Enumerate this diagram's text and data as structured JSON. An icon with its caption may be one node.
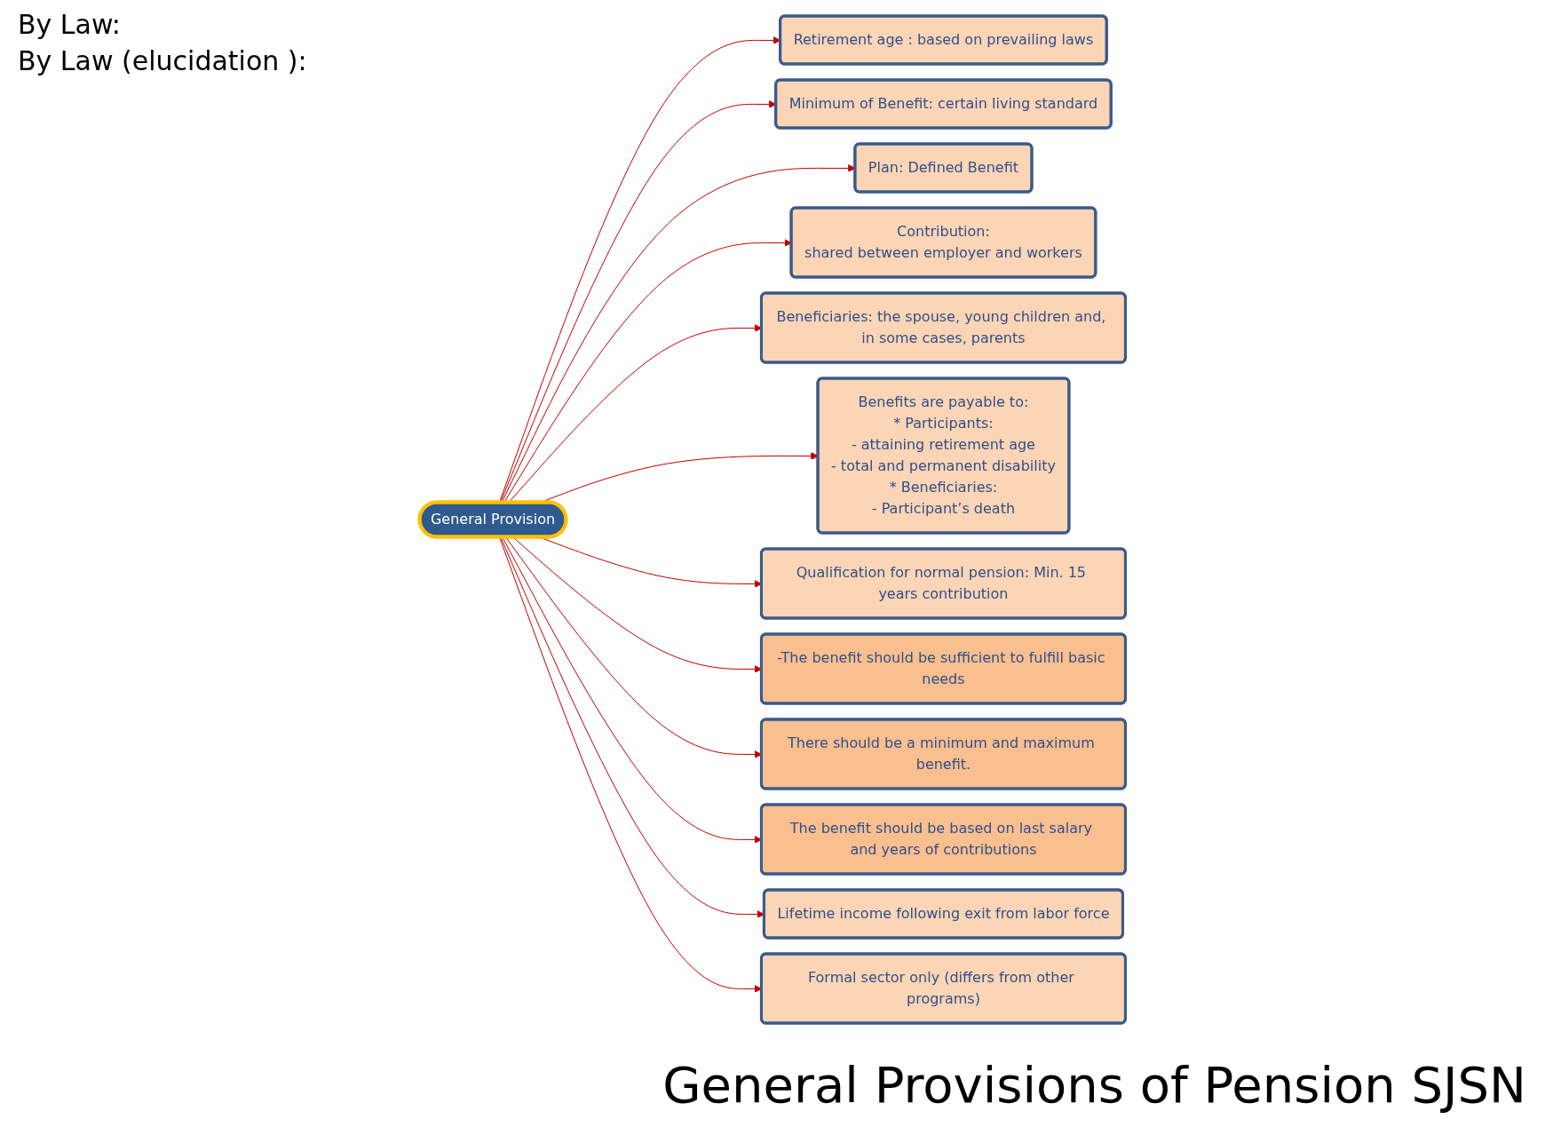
{
  "diagram": {
    "title": "General Provisions of Pension SJSN",
    "nodes": [
      {
        "text": [
          "Retirement age : based on prevailing laws"
        ]
      },
      {
        "text": [
          "Minimum of Benefit: certain living standard"
        ]
      },
      {
        "text": [
          "Plan: Defined Benefit"
        ]
      },
      {
        "text": [
          "Contribution:",
          "shared between employer and workers"
        ]
      },
      {
        "text": [
          "Beneficiaries: the spouse, young children and, in some cases, parents"
        ]
      },
      {
        "text": [
          "Benefits are payable to:",
          "* Participants:",
          "- attaining retirement age",
          "- total and permanent disability",
          "* Beneficiaries:",
          "- Participant’s death"
        ]
      },
      {
        "text": [
          "Qualification for normal pension: Min. 15 years contribution"
        ]
      },
      {
        "text": [
          "General Provision"
        ]
      },
      {
        "text": [
          "-The benefit should be sufficient to fulfill basic needs"
        ]
      },
      {
        "text": [
          "There should be a minimum and maximum benefit."
        ]
      },
      {
        "text": [
          "The benefit should be based on last salary and years of contributions"
        ]
      },
      {
        "text": [
          "Lifetime income following exit from labor force"
        ]
      },
      {
        "text": [
          "Formal sector only (differs from other programs)"
        ]
      }
    ],
    "edges": [
      {
        "from": 7,
        "to": 0,
        "arrow": "to"
      },
      {
        "from": 7,
        "to": 1,
        "arrow": "to"
      },
      {
        "from": 7,
        "to": 2,
        "arrow": "to"
      },
      {
        "from": 7,
        "to": 3,
        "arrow": "to"
      },
      {
        "from": 7,
        "to": 4,
        "arrow": "to"
      },
      {
        "from": 7,
        "to": 5,
        "arrow": "to"
      },
      {
        "from": 7,
        "to": 6,
        "arrow": "to"
      },
      {
        "from": 7,
        "to": 8,
        "arrow": "to"
      },
      {
        "from": 7,
        "to": 9,
        "arrow": "to"
      },
      {
        "from": 7,
        "to": 10,
        "arrow": "to"
      },
      {
        "from": 7,
        "to": 11,
        "arrow": "to"
      },
      {
        "from": 7,
        "to": 12,
        "arrow": "to"
      }
    ],
    "labels": [
      "By Law:",
      "By Law (elucidation ):"
    ]
  }
}
